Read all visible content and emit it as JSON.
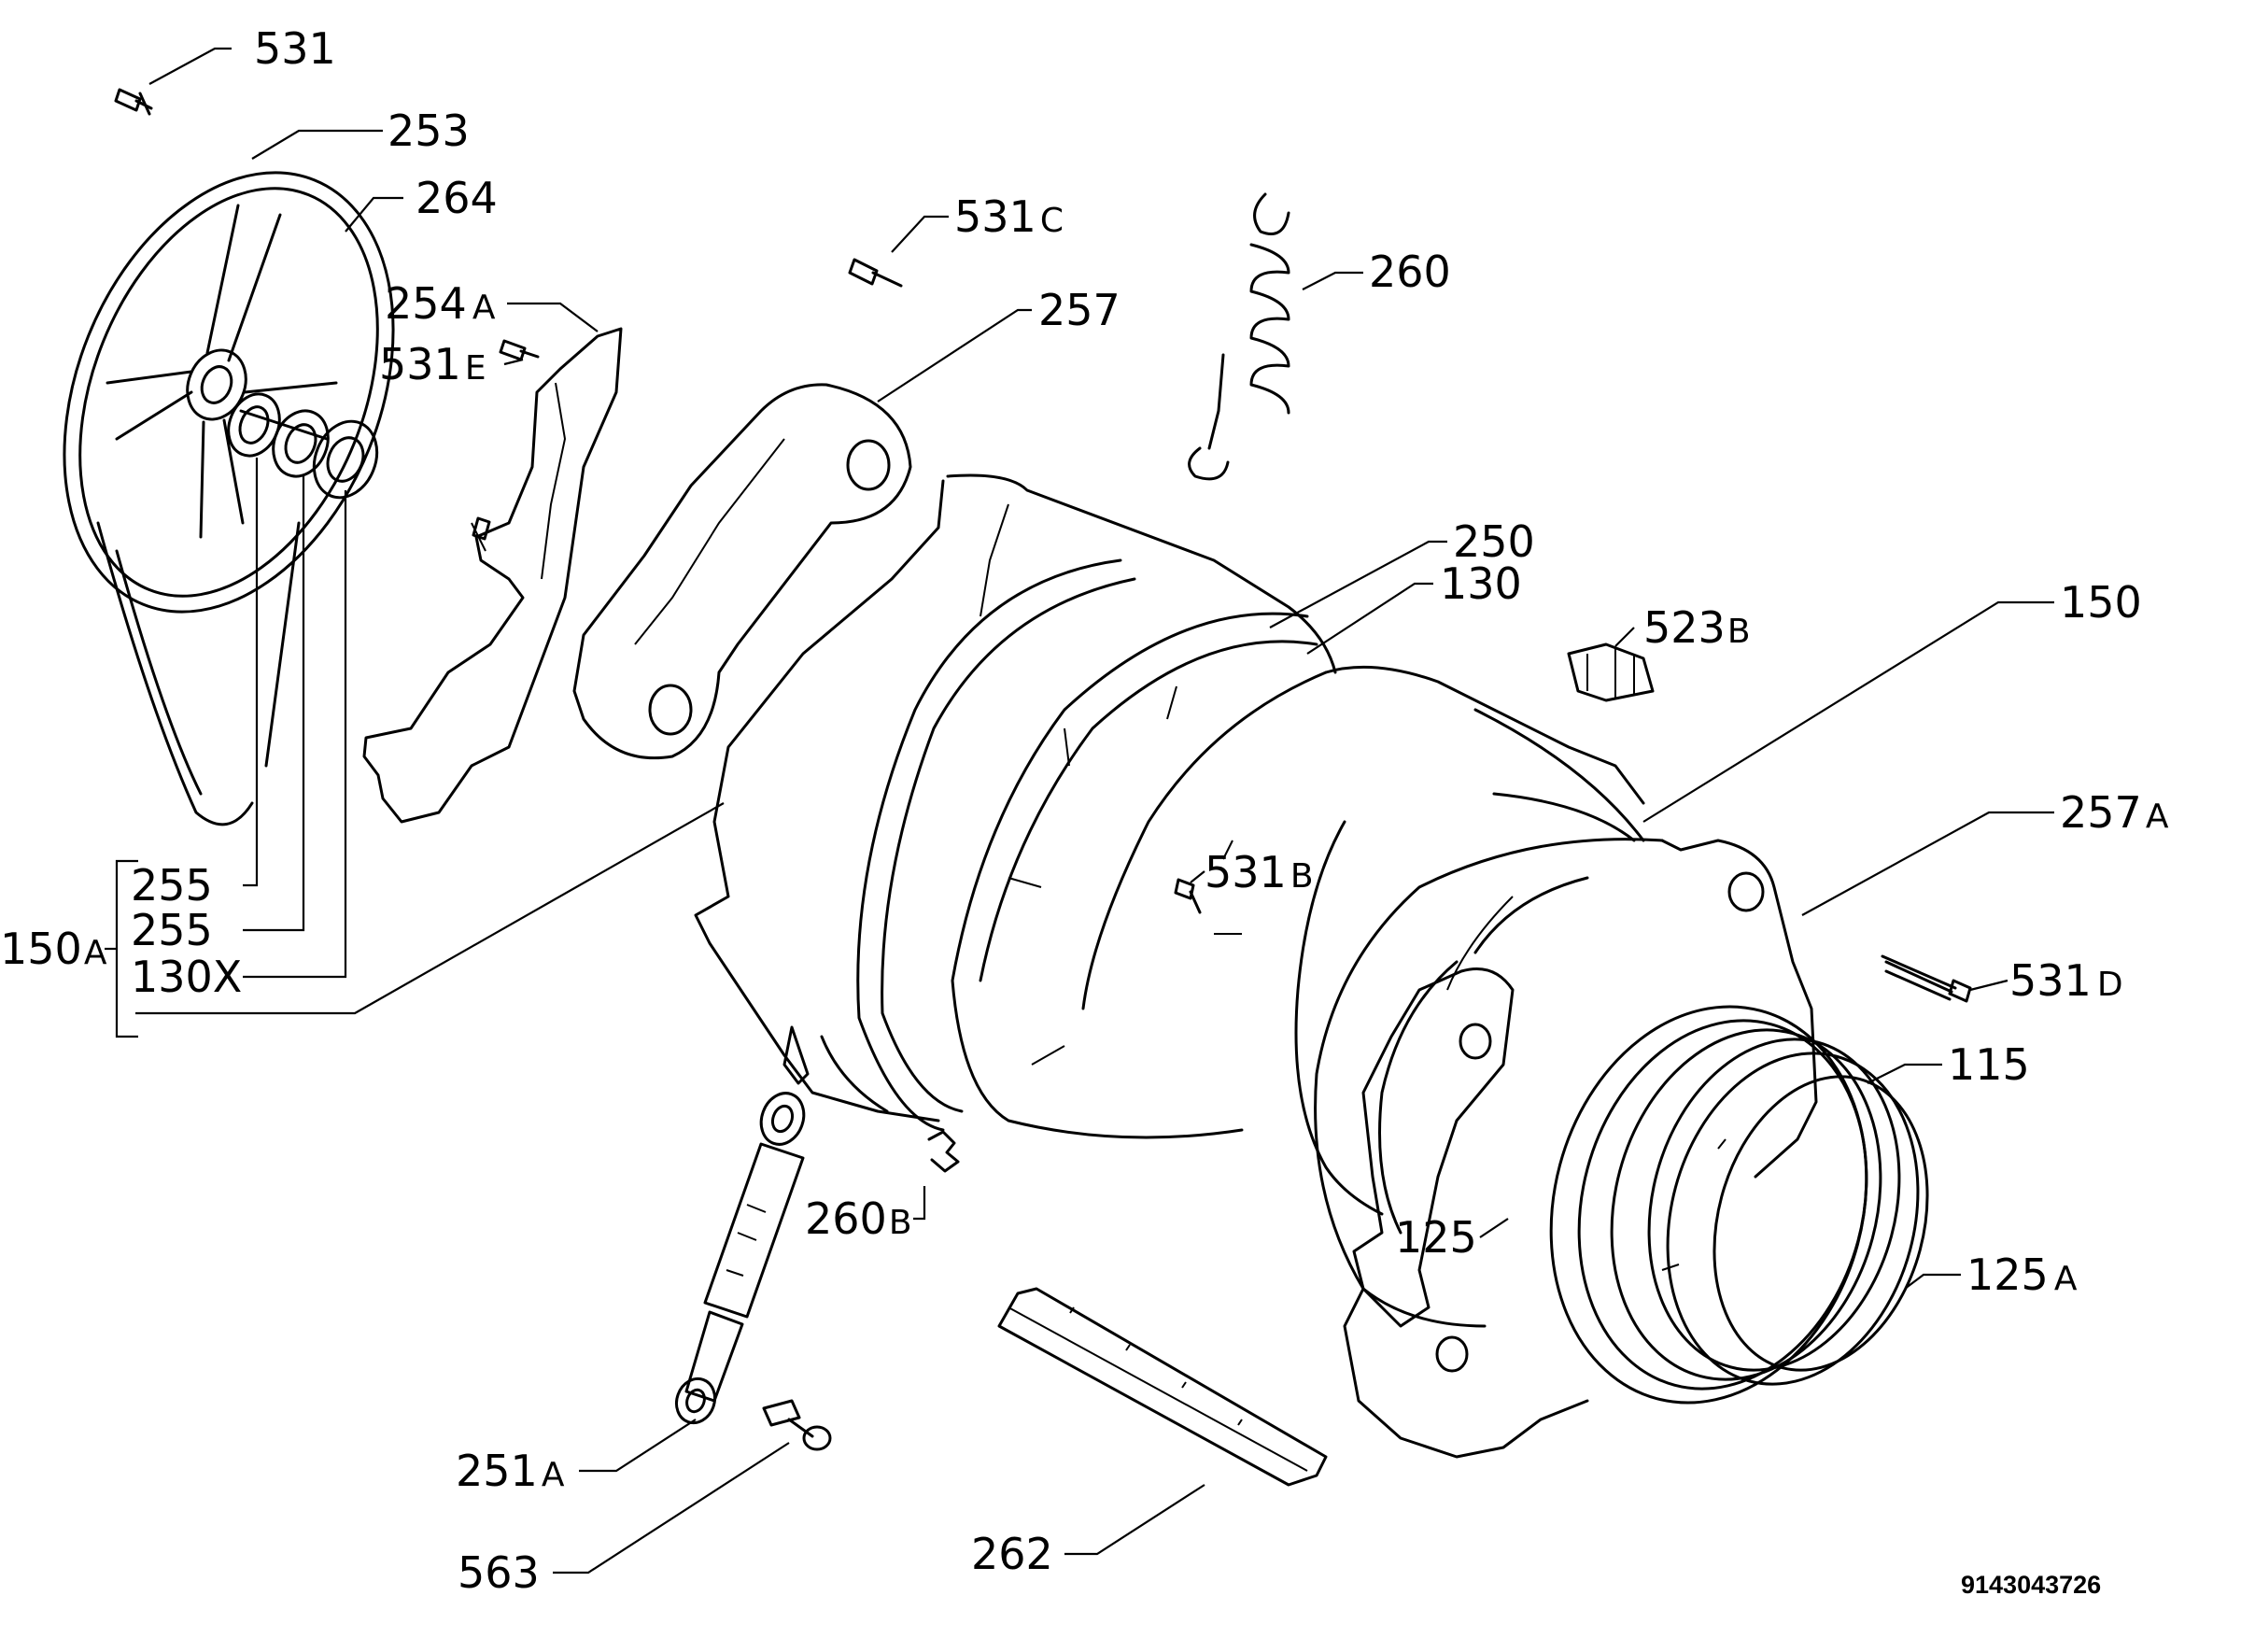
{
  "diagram": {
    "drawing_number": "9143043726",
    "labels": [
      {
        "id": "531",
        "num": "531",
        "suffix": ""
      },
      {
        "id": "253",
        "num": "253",
        "suffix": ""
      },
      {
        "id": "264",
        "num": "264",
        "suffix": ""
      },
      {
        "id": "531c",
        "num": "531",
        "suffix": "C"
      },
      {
        "id": "260",
        "num": "260",
        "suffix": ""
      },
      {
        "id": "254a",
        "num": "254",
        "suffix": "A"
      },
      {
        "id": "531e",
        "num": "531",
        "suffix": "E"
      },
      {
        "id": "257",
        "num": "257",
        "suffix": ""
      },
      {
        "id": "250",
        "num": "250",
        "suffix": ""
      },
      {
        "id": "130",
        "num": "130",
        "suffix": ""
      },
      {
        "id": "150",
        "num": "150",
        "suffix": ""
      },
      {
        "id": "523b",
        "num": "523",
        "suffix": "B"
      },
      {
        "id": "257a",
        "num": "257",
        "suffix": "A"
      },
      {
        "id": "531b",
        "num": "531",
        "suffix": "B"
      },
      {
        "id": "531d",
        "num": "531",
        "suffix": "D"
      },
      {
        "id": "115",
        "num": "115",
        "suffix": ""
      },
      {
        "id": "125",
        "num": "125",
        "suffix": ""
      },
      {
        "id": "125a",
        "num": "125",
        "suffix": "A"
      },
      {
        "id": "255-1",
        "num": "255",
        "suffix": ""
      },
      {
        "id": "255-2",
        "num": "255",
        "suffix": ""
      },
      {
        "id": "130x",
        "num": "130X",
        "suffix": ""
      },
      {
        "id": "150a",
        "num": "150",
        "suffix": "A"
      },
      {
        "id": "260b",
        "num": "260",
        "suffix": "B"
      },
      {
        "id": "251a",
        "num": "251",
        "suffix": "A"
      },
      {
        "id": "563",
        "num": "563",
        "suffix": ""
      },
      {
        "id": "262",
        "num": "262",
        "suffix": ""
      }
    ]
  }
}
